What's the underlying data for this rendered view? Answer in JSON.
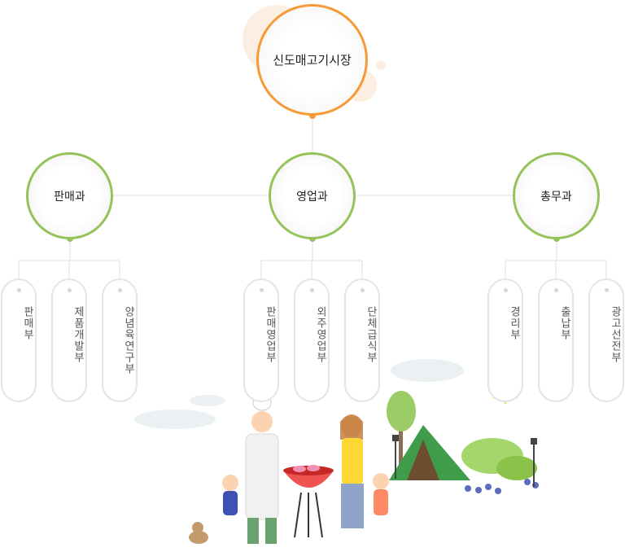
{
  "org": {
    "root": "신도매고기시장",
    "depts": [
      {
        "name": "판매과",
        "subs": [
          "판매부",
          "제품개발부",
          "양념육연구부"
        ]
      },
      {
        "name": "영업과",
        "subs": [
          "판매영업부",
          "외주영업부",
          "단체급식부"
        ]
      },
      {
        "name": "총무과",
        "subs": [
          "경리부",
          "출납부",
          "광고선전부"
        ]
      }
    ]
  },
  "colors": {
    "root": "#f59a36",
    "dept": "#95c35a",
    "line": "#dddddd"
  }
}
